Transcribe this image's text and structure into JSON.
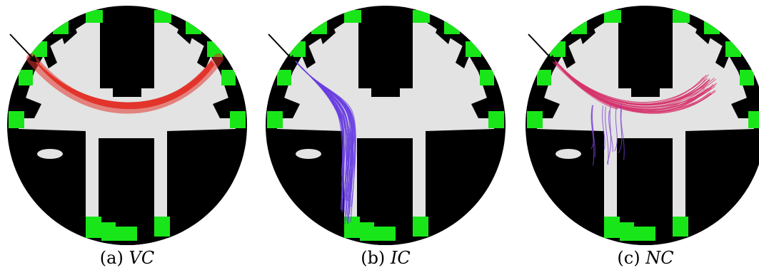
{
  "panels": [
    {
      "id": "a",
      "caption_prefix": "(a)",
      "caption_method": "VC",
      "tract_color": "#e2342c"
    },
    {
      "id": "b",
      "caption_prefix": "(b)",
      "caption_method": "IC",
      "tract_color": "#6a3fe0"
    },
    {
      "id": "c",
      "caption_prefix": "(c)",
      "caption_method": "NC",
      "tract_color": "#d6336c"
    }
  ],
  "colors": {
    "white_matter": "#e3e3e3",
    "background": "#000000",
    "cortex_roi": "#19e619",
    "arrow": "#000000"
  }
}
